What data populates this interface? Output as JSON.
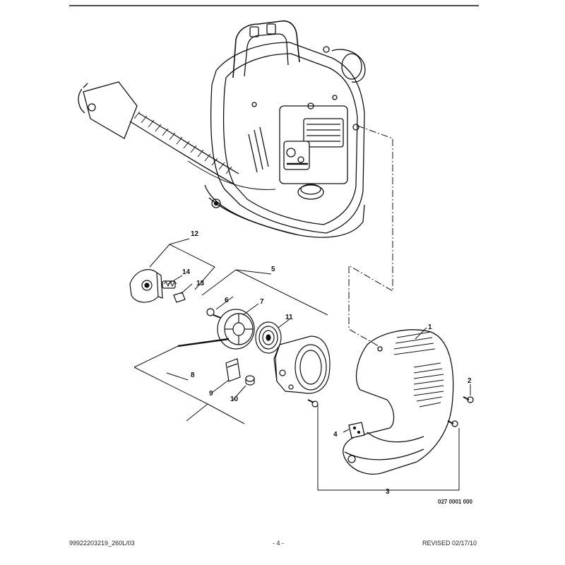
{
  "parts": [
    {
      "id": "p1",
      "label": "1"
    },
    {
      "id": "p2",
      "label": "2"
    },
    {
      "id": "p3",
      "label": "3"
    },
    {
      "id": "p4",
      "label": "4"
    },
    {
      "id": "p5",
      "label": "5"
    },
    {
      "id": "p6",
      "label": "6"
    },
    {
      "id": "p7",
      "label": "7"
    },
    {
      "id": "p8",
      "label": "8"
    },
    {
      "id": "p9",
      "label": "9"
    },
    {
      "id": "p10",
      "label": "10"
    },
    {
      "id": "p11",
      "label": "11"
    },
    {
      "id": "p12",
      "label": "12"
    },
    {
      "id": "p13",
      "label": "13"
    },
    {
      "id": "p14",
      "label": "14"
    }
  ],
  "drawing_code": "027 0001 000",
  "footer": {
    "doc_number": "99922203219_260L/03",
    "page": "- 4 -",
    "revision": "REVISED 02/17/10"
  }
}
